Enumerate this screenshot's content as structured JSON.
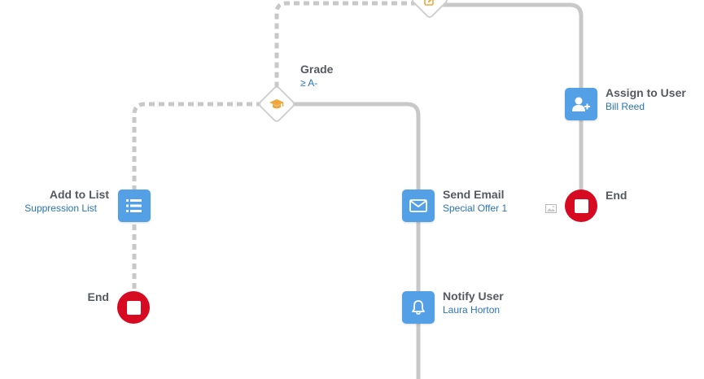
{
  "colors": {
    "connector": "#c8c8c8",
    "node_blue": "#54a0e6",
    "end_red": "#d60a20",
    "title_text": "#555a60",
    "subtitle_link": "#2a73b9",
    "decision_icon": "#f0a63b"
  },
  "flow": {
    "grade_decision": {
      "title": "Grade",
      "condition": "≥ A-",
      "icon": "graduation-cap-icon"
    },
    "top_decision": {
      "icon": "edit-icon"
    },
    "add_to_list": {
      "title": "Add to List",
      "subtitle": "Suppression List",
      "icon": "list-icon"
    },
    "send_email": {
      "title": "Send Email",
      "subtitle": "Special Offer 1",
      "icon": "envelope-icon"
    },
    "notify_user": {
      "title": "Notify User",
      "subtitle": "Laura Horton",
      "icon": "bell-icon"
    },
    "assign_to_user": {
      "title": "Assign to User",
      "subtitle": "Bill Reed",
      "icon": "add-user-icon"
    },
    "end_left": {
      "label": "End"
    },
    "end_right": {
      "label": "End"
    }
  }
}
